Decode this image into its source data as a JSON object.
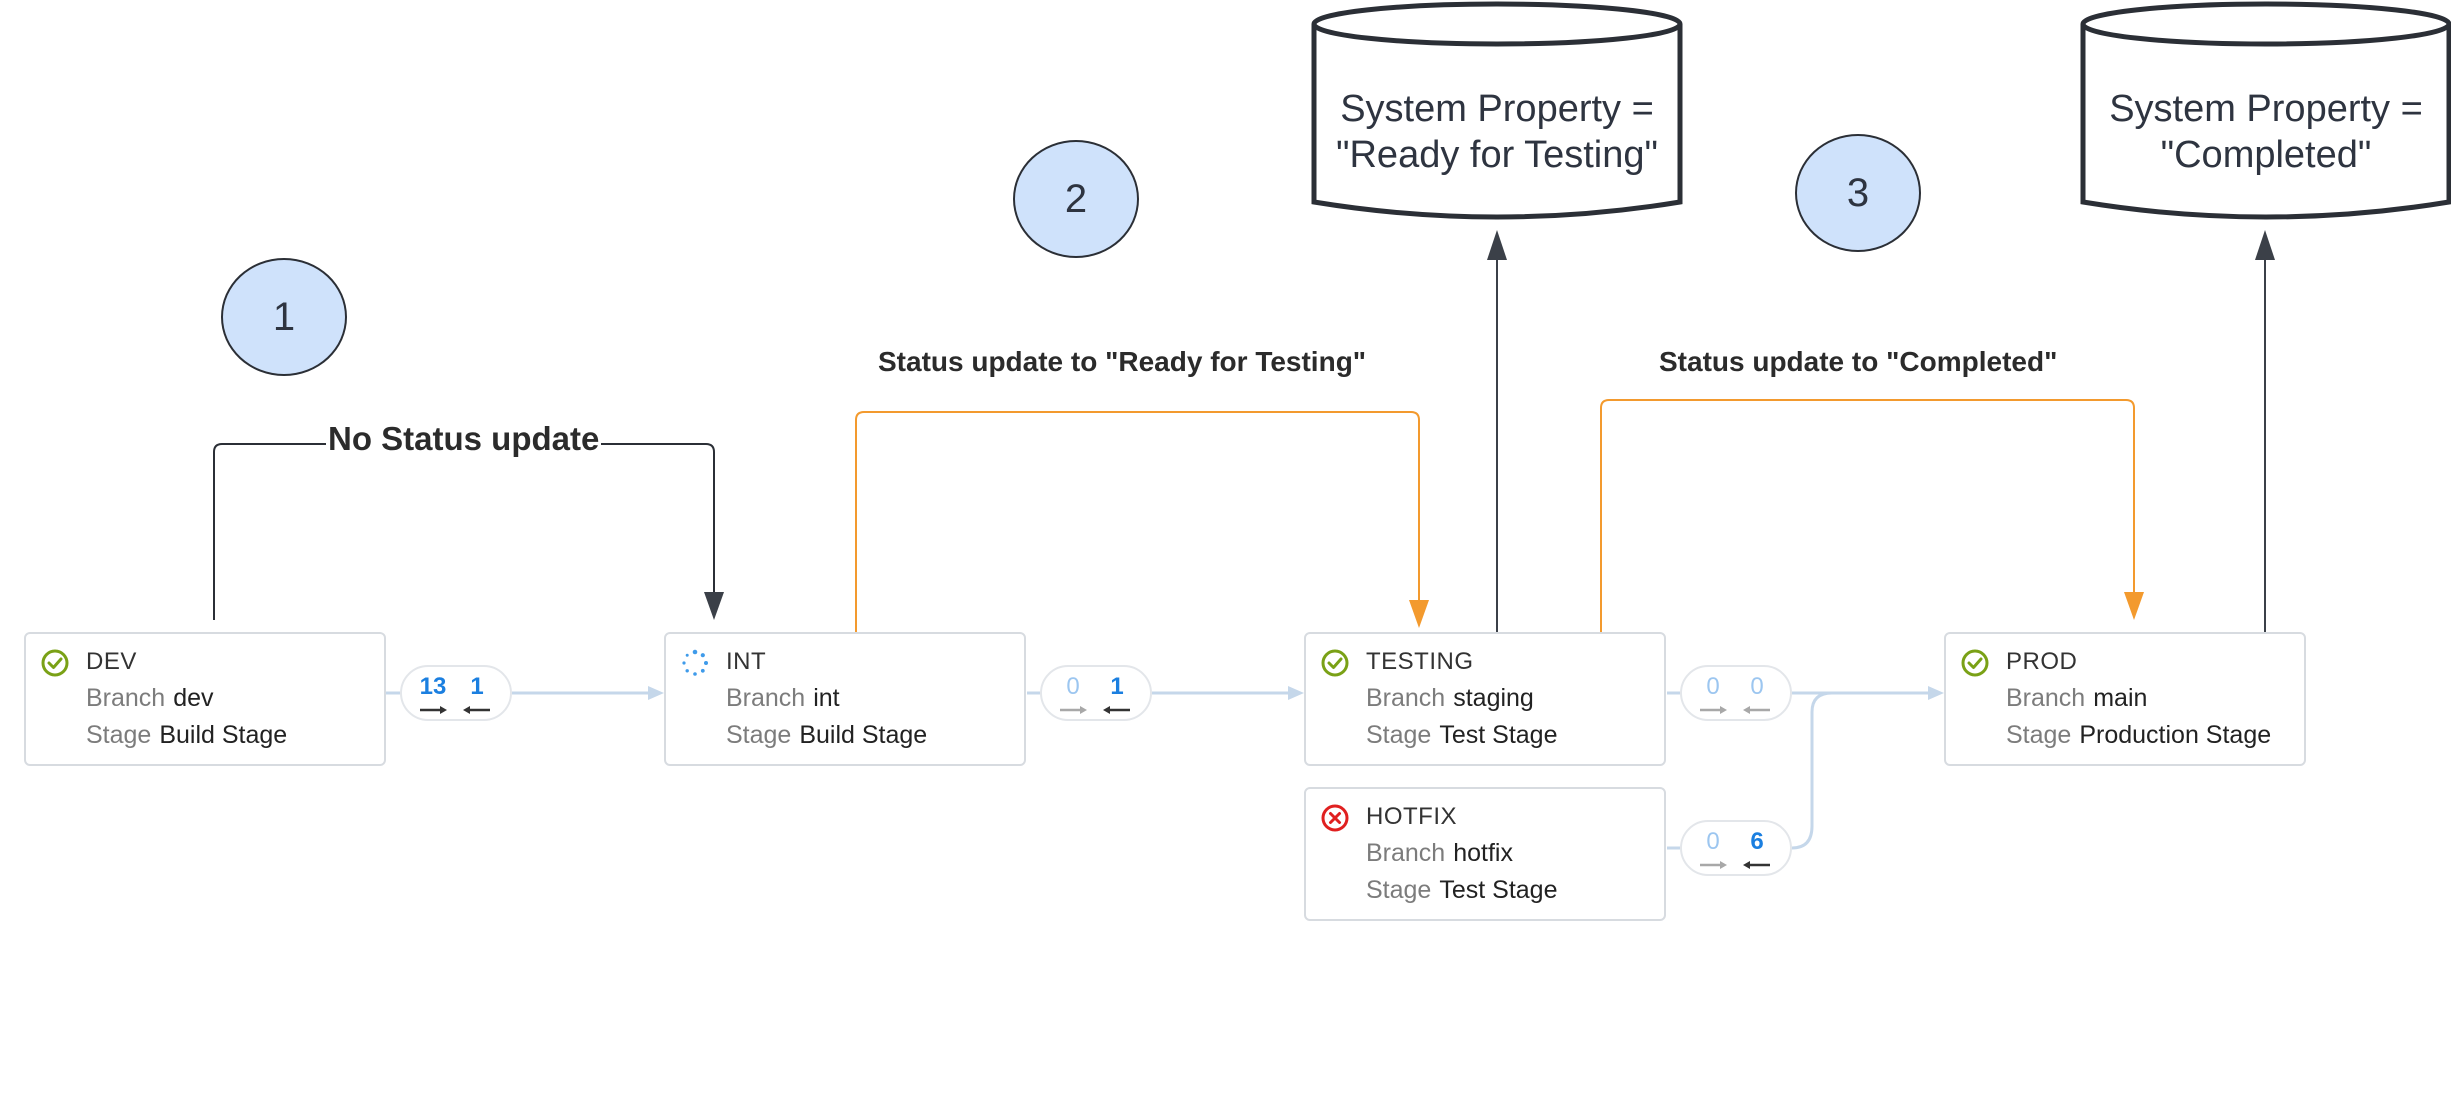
{
  "steps": [
    "1",
    "2",
    "3"
  ],
  "annotations": {
    "no_update": "No Status update",
    "ready": "Status update to \"Ready for Testing\"",
    "completed": "Status update to \"Completed\""
  },
  "databases": [
    {
      "line1": "System Property =",
      "line2": "\"Ready for Testing\""
    },
    {
      "line1": "System Property =",
      "line2": "\"Completed\""
    }
  ],
  "environments": [
    {
      "name": "DEV",
      "status": "success",
      "branch_key": "Branch",
      "branch": "dev",
      "stage_key": "Stage",
      "stage": "Build Stage"
    },
    {
      "name": "INT",
      "status": "in-progress",
      "branch_key": "Branch",
      "branch": "int",
      "stage_key": "Stage",
      "stage": "Build Stage"
    },
    {
      "name": "TESTING",
      "status": "success",
      "branch_key": "Branch",
      "branch": "staging",
      "stage_key": "Stage",
      "stage": "Test Stage"
    },
    {
      "name": "HOTFIX",
      "status": "error",
      "branch_key": "Branch",
      "branch": "hotfix",
      "stage_key": "Stage",
      "stage": "Test Stage"
    },
    {
      "name": "PROD",
      "status": "success",
      "branch_key": "Branch",
      "branch": "main",
      "stage_key": "Stage",
      "stage": "Production Stage"
    }
  ],
  "pills": [
    {
      "ahead": "13",
      "behind": "1"
    },
    {
      "ahead": "0",
      "behind": "1"
    },
    {
      "ahead": "0",
      "behind": "0"
    },
    {
      "ahead": "0",
      "behind": "6"
    }
  ],
  "colors": {
    "success": "#7aa116",
    "error": "#e02020",
    "progress": "#3f9bea",
    "orange_connector": "#f39a2e",
    "dark_connector": "#3b4048",
    "pipeline_line": "#c5d7ea",
    "step_fill": "#cfe2fb"
  }
}
